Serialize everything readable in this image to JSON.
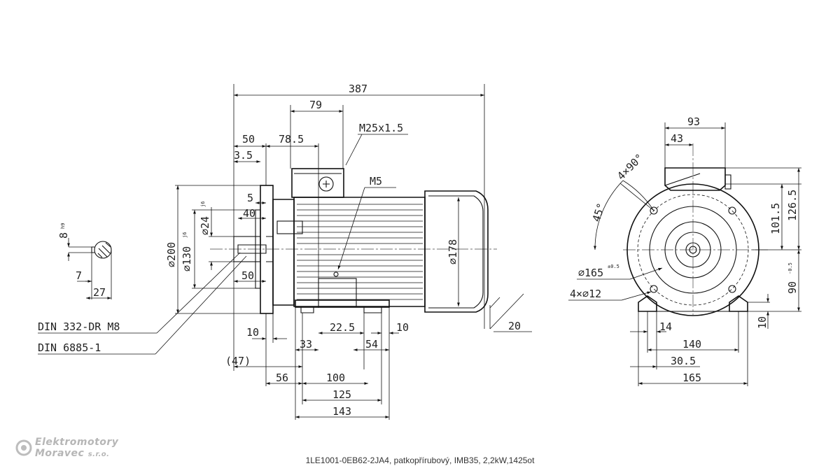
{
  "caption": "1LE1001-0EB62-2JA4, patkopřírubový, IMB35, 2,2kW,1425ot",
  "logo": {
    "line1": "Elektromotory",
    "line2": "Moravec",
    "suffix": "s.r.o."
  },
  "side_view": {
    "dims": {
      "overall_length": "387",
      "terminal_offset": "79",
      "flange_to_terminal": "78.5",
      "thread": "M25x1.5",
      "flange_front": "50",
      "flange_step": "3.5",
      "ground": "M5",
      "shaft_step": "5",
      "shaft_key_length": "40",
      "shaft_length": "50",
      "flange_dia": "⌀200",
      "spigot_dia": "⌀130",
      "spigot_tol": "j6",
      "shaft_dia": "⌀24",
      "shaft_tol": "j6",
      "body_dia": "⌀178",
      "flange_thk": "10",
      "foot_a": "22.5",
      "foot_b": "10",
      "foot_c": "33",
      "foot_d": "54",
      "foot_h": "20",
      "ref_47": "(47)",
      "d56": "56",
      "d100": "100",
      "d125": "125",
      "d143": "143"
    },
    "notes": {
      "center_hole": "DIN 332-DR M8",
      "key": "DIN 6885-1"
    }
  },
  "key_detail": {
    "width": "8",
    "width_tol": "h9",
    "depth": "7",
    "total": "27"
  },
  "end_view": {
    "dims": {
      "box_width": "93",
      "box_offset": "43",
      "angle_1": "4×90°",
      "angle_2": "45°",
      "height_1": "101.5",
      "height_2": "126.5",
      "pcd": "⌀165",
      "pcd_tol": "±0.5",
      "holes": "4×⌀12",
      "axis_height": "90",
      "axis_tol": "-0.5",
      "foot_pad": "14",
      "foot_h": "10",
      "foot_spacing": "140",
      "foot_off": "30.5",
      "foot_total": "165"
    }
  }
}
